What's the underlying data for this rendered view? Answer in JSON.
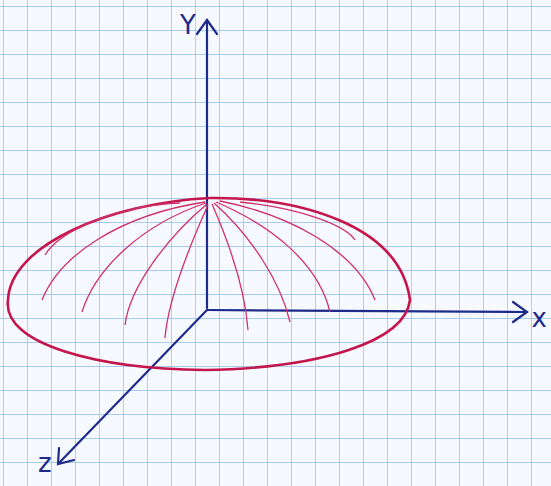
{
  "diagram": {
    "labels": [
      "Y",
      "x",
      "z"
    ]
  }
}
